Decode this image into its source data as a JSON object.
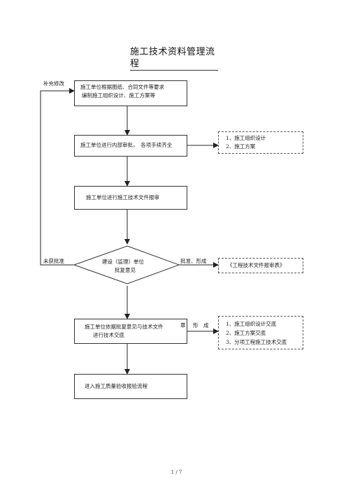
{
  "title": {
    "line1": "施工技术资料管理流",
    "line2": "程"
  },
  "steps": {
    "step1": {
      "line1": "施工单位根据图纸、合同文件等要求",
      "line2": "编制施工组织设计、施工方案等"
    },
    "step2": {
      "text": "施工单位进行内部审批，　各项手续齐全"
    },
    "step3": {
      "text": "施工单位进行施工技术文件报审"
    },
    "decision": {
      "line1": "建设（监理）单位",
      "line2": "批复意见"
    },
    "step4": {
      "line1": "施工单位依据批复意见与技术文件",
      "line2": "进行技术交底"
    },
    "step5": {
      "text": "进入施工质量验收报验流程"
    }
  },
  "side_notes": {
    "note1": {
      "items": [
        "1、施工组织设计",
        "2、施工方案"
      ]
    },
    "note2": {
      "text": "《工程技术文件报审表》"
    },
    "note3": {
      "items": [
        "1、施工组织设计交底",
        "2、施工方案交底",
        "3、分项工程施工技术交底"
      ]
    }
  },
  "edge_labels": {
    "supplement": "补充修改",
    "not_approved": "未获批准",
    "approved": "批准、形成",
    "form": "形　成",
    "form_prefix": "章"
  },
  "footer": {
    "page": "1 / 7"
  }
}
